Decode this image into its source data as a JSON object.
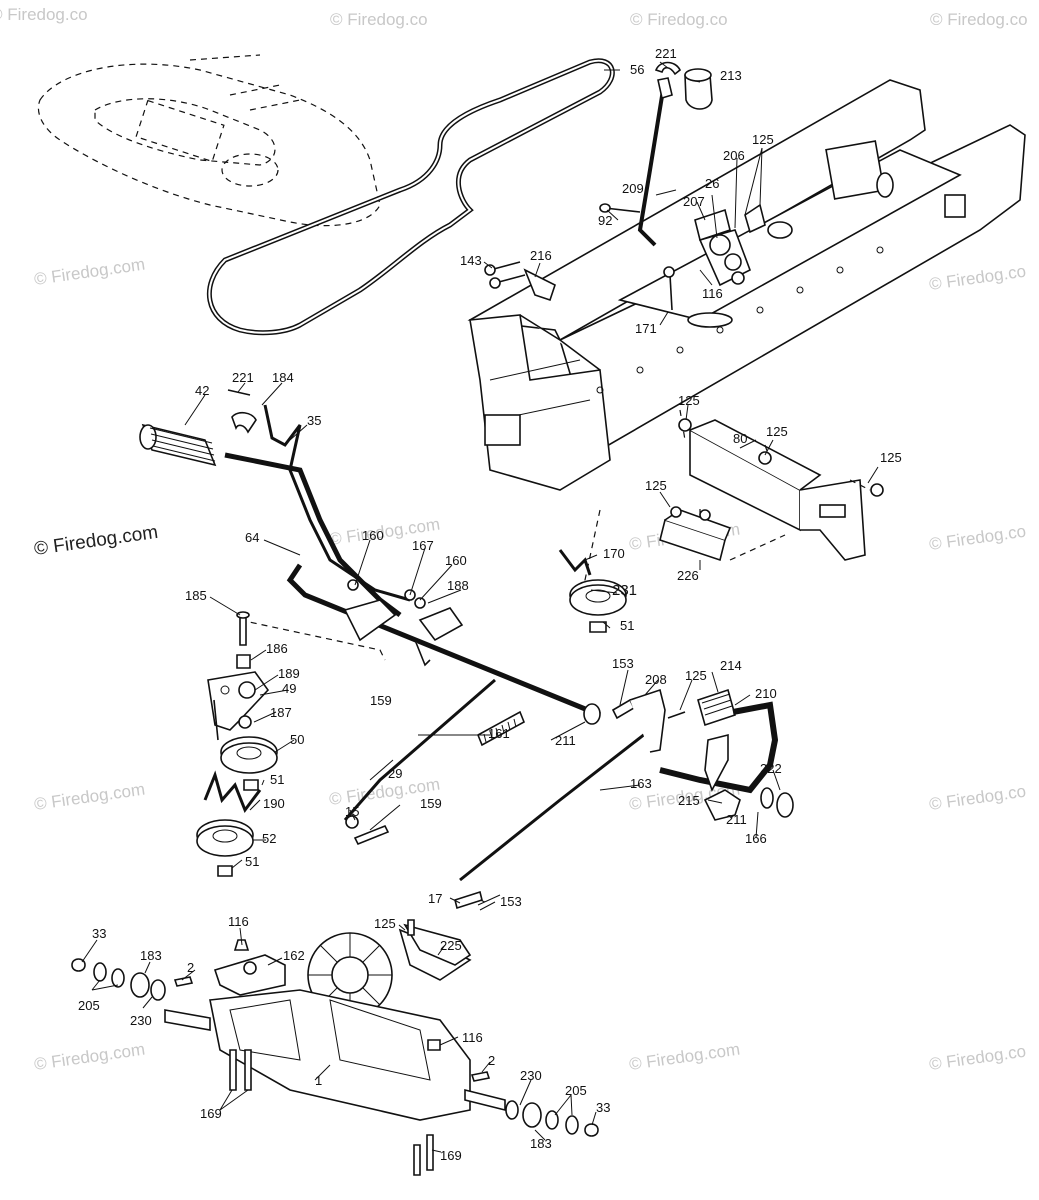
{
  "watermark": {
    "text": "© Firedog.com",
    "text_short": "© Firedog.co",
    "text_dark": "© Firedog.com"
  },
  "callouts": {
    "c221a": "221",
    "c56": "56",
    "c213": "213",
    "c125a": "125",
    "c206": "206",
    "c26": "26",
    "c209": "209",
    "c207": "207",
    "c92": "92",
    "c216": "216",
    "c143": "143",
    "c116a": "116",
    "c171": "171",
    "c221b": "221",
    "c184": "184",
    "c42": "42",
    "c35": "35",
    "c125b": "125",
    "c80": "80",
    "c125c": "125",
    "c125d": "125",
    "c125e": "125",
    "c64": "64",
    "c160a": "160",
    "c167": "167",
    "c160b": "160",
    "c188": "188",
    "c185": "185",
    "c170": "170",
    "c226": "226",
    "c231": "231",
    "c51a": "51",
    "c186": "186",
    "c189": "189",
    "c49": "49",
    "c159a": "159",
    "c153a": "153",
    "c208": "208",
    "c125f": "125",
    "c214": "214",
    "c210": "210",
    "c187": "187",
    "c50": "50",
    "c161": "161",
    "c211a": "211",
    "c29": "29",
    "c163": "163",
    "c51b": "51",
    "c190": "190",
    "c15": "15",
    "c159b": "159",
    "c222": "222",
    "c215": "215",
    "c211b": "211",
    "c166": "166",
    "c52": "52",
    "c51c": "51",
    "c17": "17",
    "c153b": "153",
    "c33a": "33",
    "c116b": "116",
    "c125g": "125",
    "c225": "225",
    "c162": "162",
    "c183a": "183",
    "c2a": "2",
    "c205a": "205",
    "c230a": "230",
    "c116c": "116",
    "c2b": "2",
    "c1": "1",
    "c230b": "230",
    "c205b": "205",
    "c169a": "169",
    "c33b": "33",
    "c183b": "183",
    "c169b": "169"
  }
}
